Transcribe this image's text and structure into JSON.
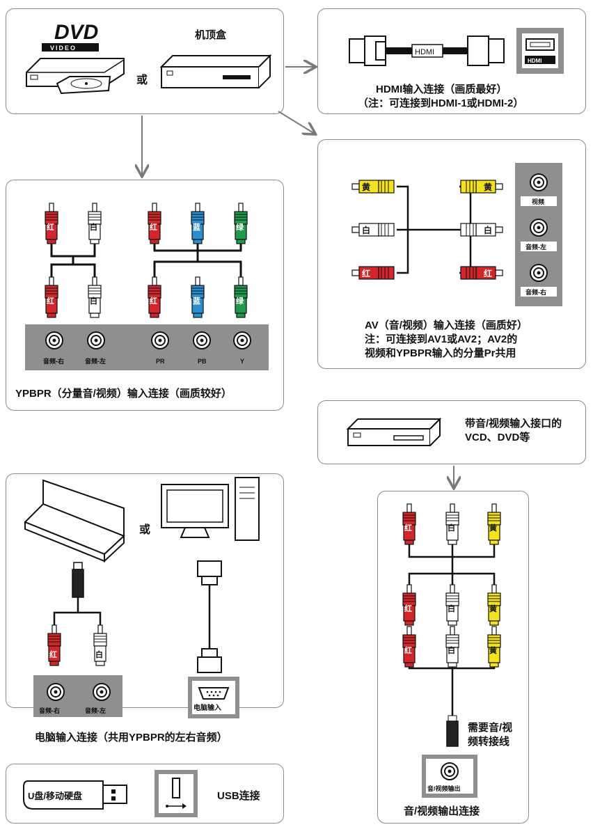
{
  "source_panel": {
    "dvd_logo": "DVD",
    "dvd_logo_sub": "VIDEO",
    "or_text": "或",
    "settop_label": "机顶盒"
  },
  "hdmi_panel": {
    "cable_label": "HDMI",
    "port_label": "HDMI",
    "caption_line1": "HDMI输入连接（画质最好）",
    "caption_line2": "（注：可连接到HDMI-1或HDMI-2）"
  },
  "ypbpr_panel": {
    "plug_labels_audio": [
      "红",
      "白"
    ],
    "plug_labels_video": [
      "红",
      "蓝",
      "绿"
    ],
    "ports": [
      "音频-右",
      "音频-左",
      "PR",
      "PB",
      "Y"
    ],
    "caption": "YPBPR（分量音/视频）输入连接（画质较好）"
  },
  "av_panel": {
    "plug_labels": [
      "黄",
      "白",
      "红"
    ],
    "ports": [
      "视频",
      "音频-左",
      "音频-右"
    ],
    "caption_line1": "AV（音/视频）输入连接（画质好）",
    "caption_line2": "注：可连接到AV1或AV2；AV2的",
    "caption_line3": "视频和YPBPR输入的分量Pr共用"
  },
  "vcd_panel": {
    "caption_line1": "带音/视频输入接口的",
    "caption_line2": "VCD、DVD等"
  },
  "pc_panel": {
    "or_text": "或",
    "plug_labels": [
      "红",
      "白"
    ],
    "audio_ports": [
      "音频-右",
      "音频-左"
    ],
    "vga_port": "电脑输入",
    "caption": "电脑输入连接（共用YPBPR的左右音频）"
  },
  "usb_panel": {
    "stick_label": "U盘/移动硬盘",
    "caption": "USB连接"
  },
  "av_out_panel": {
    "plug_labels_top": [
      "红",
      "白",
      "黄"
    ],
    "plug_labels_bottom": [
      "红",
      "白",
      "黄"
    ],
    "adapter_line1": "需要音/视",
    "adapter_line2": "频转接线",
    "port_label": "音/视频输出",
    "caption": "音/视频输出连接"
  },
  "colors": {
    "red": "#d2262a",
    "white": "#ffffff",
    "blue": "#2a8fd0",
    "green": "#1f9a4a",
    "yellow": "#f3e21c",
    "port_bg": "#8f8f8f",
    "panel_border": "#8a8a8a",
    "arrow": "#7a7a7a"
  }
}
